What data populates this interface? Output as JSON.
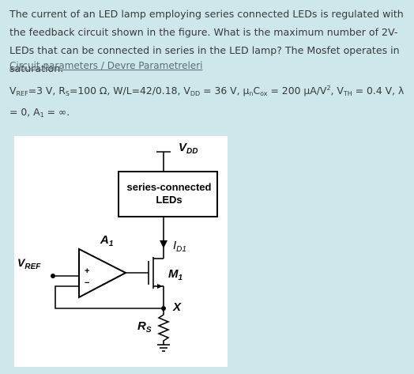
{
  "question": {
    "text": "The current of an LED lamp employing series connected LEDs is regulated with the feedback circuit shown in the figure. What is the maximum number of 2V-LEDs that can be connected in series in the LED lamp? The Mosfet operates in saturation."
  },
  "params_link": "Circuit parameters / Devre Parametreleri",
  "params": {
    "vref_label": "V",
    "vref_sub": "REF",
    "vref_val": "=3 V, ",
    "rs_label": "R",
    "rs_sub": "S",
    "rs_val": "=100 Ω, W/L=42/0.18, ",
    "vdd_label": "V",
    "vdd_sub": "DD",
    "vdd_val": " = 36 V, ",
    "mu_label": "μ",
    "mu_sub": "n",
    "cox_label": "C",
    "cox_sub": "ox",
    "mu_val": " = 200 μA/V",
    "mu_sup": "2",
    "mu_tail": ", ",
    "vth_label": "V",
    "vth_sub": "TH",
    "vth_val": " = 0.4 V, λ = 0, ",
    "a1_label": "A",
    "a1_sub": "1",
    "a1_val": " = ∞."
  },
  "figure": {
    "vdd": "V",
    "vdd_sub": "DD",
    "box_line1": "series-connected",
    "box_line2": "LEDs",
    "a1": "A",
    "a1_sub": "1",
    "id": "I",
    "id_sub": "D1",
    "m1": "M",
    "m1_sub": "1",
    "vref": "V",
    "vref_sub": "REF",
    "x": "X",
    "rs": "R",
    "rs_sub": "S",
    "plus": "+",
    "minus": "−"
  }
}
